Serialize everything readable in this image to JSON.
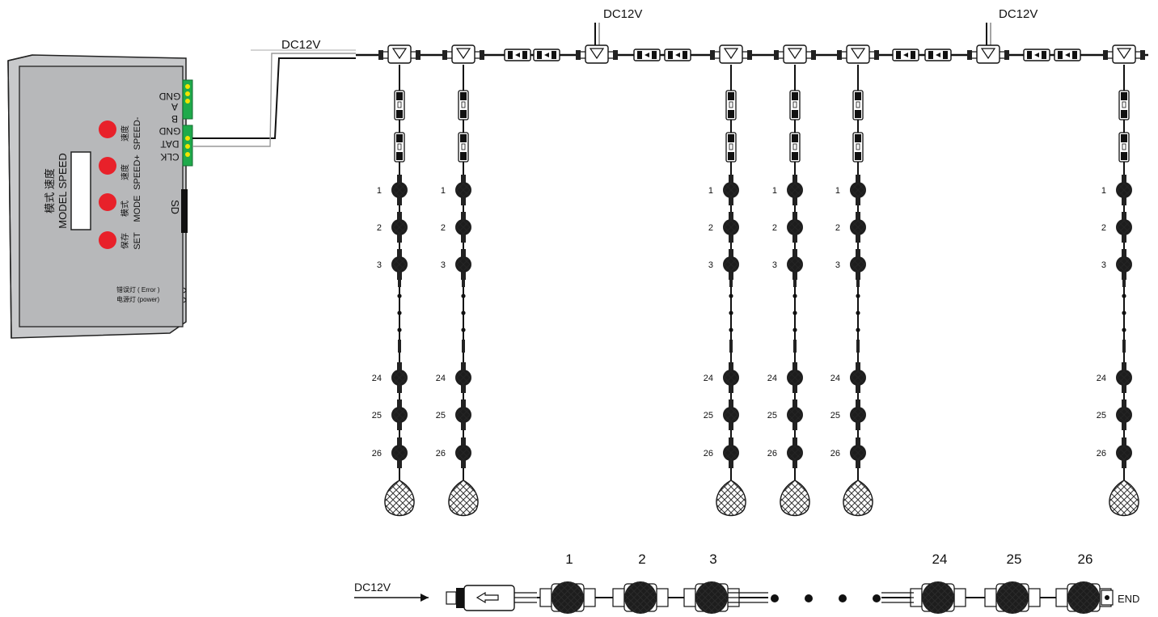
{
  "supply_labels": {
    "top_left": "DC12V",
    "top_mid": "DC12V",
    "top_right": "DC12V",
    "bottom": "DC12V"
  },
  "controller": {
    "port1": [
      "GND",
      "A",
      "B"
    ],
    "port2": [
      "GND",
      "DAT",
      "CLK"
    ],
    "sd_label": "SD",
    "buttons": [
      {
        "cn": "速度",
        "en": "SPEED-"
      },
      {
        "cn": "速度",
        "en": "SPEED+"
      },
      {
        "cn": "模式",
        "en": "MODE"
      },
      {
        "cn": "保存",
        "en": "SET"
      }
    ],
    "display_cn": "模式  速度",
    "display_en": "MODEL SPEED",
    "leds": [
      {
        "cn": "错误灯",
        "en": "( Error )"
      },
      {
        "cn": "电源灯",
        "en": "(power)"
      }
    ]
  },
  "string_node_labels": [
    "1",
    "2",
    "3",
    "24",
    "25",
    "26"
  ],
  "bottom_strip": {
    "numbers": [
      "1",
      "2",
      "3",
      "24",
      "25",
      "26"
    ],
    "end_label": "END"
  },
  "colors": {
    "box": "#b7b8ba",
    "button": "#e8212a",
    "terminal": "#1faa4b",
    "node": "#1d1d1d"
  }
}
